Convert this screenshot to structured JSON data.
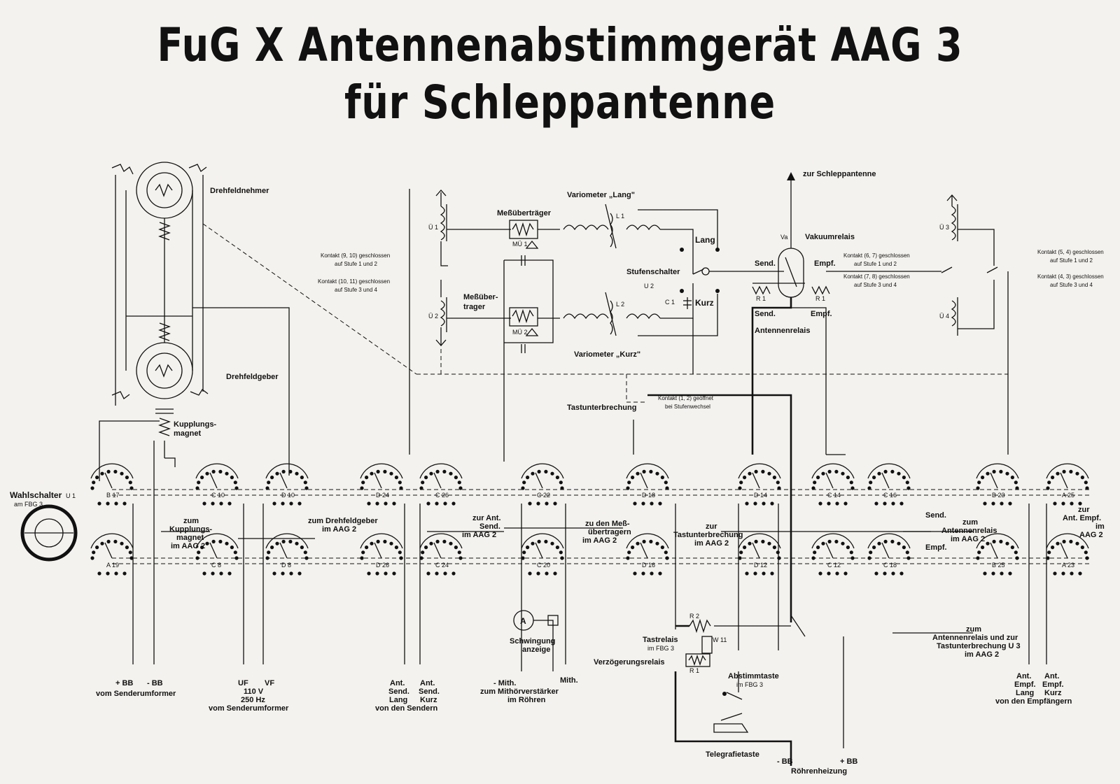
{
  "title": {
    "line1": "FuG X  Antennenabstimmgerät  AAG 3",
    "line2": "für  Schleppantenne"
  },
  "labels": {
    "drehfeldnehmer": "Drehfeldnehmer",
    "drehfeldgeber": "Drehfeldgeber",
    "kupplungsmagnet_1": "Kupplungs-",
    "kupplungsmagnet_2": "magnet",
    "wahlschalter": "Wahlschalter",
    "wahlschalter_u1": "U 1",
    "am_fbg3": "am FBG 3",
    "variometer_lang": "Variometer „Lang\"",
    "variometer_kurz": "Variometer „Kurz\"",
    "messuebertrager_1": "Meßüberträger",
    "messuebertrager_2a": "Meßüber-",
    "messuebertrager_2b": "trager",
    "mue1": "MÜ 1",
    "mue2": "MÜ 2",
    "l1": "L 1",
    "l2": "L 2",
    "u1": "Ü 1",
    "u2": "Ü 2",
    "u3": "Ü 3",
    "u4": "Ü 4",
    "u2_switch": "U 2",
    "c1": "C 1",
    "lang": "Lang",
    "kurz": "Kurz",
    "stufenschalter": "Stufenschalter",
    "zur_schleppantenne": "zur Schleppantenne",
    "va": "Va",
    "vakuumrelais": "Vakuumrelais",
    "send": "Send.",
    "empf": "Empf.",
    "r1": "R 1",
    "antennenrelais": "Antennenrelais",
    "kontakt_9_10_a": "Kontakt (9, 10) geschlossen",
    "kontakt_9_10_b": "auf Stufe 1 und 2",
    "kontakt_10_11_a": "Kontakt (10, 11) geschlossen",
    "kontakt_10_11_b": "auf Stufe 3 und 4",
    "kontakt_6_7_a": "Kontakt (6, 7) geschlossen",
    "kontakt_6_7_b": "auf Stufe 1 und 2",
    "kontakt_7_8_a": "Kontakt (7, 8) geschlossen",
    "kontakt_7_8_b": "auf Stufe 3 und 4",
    "kontakt_5_4_a": "Kontakt (5, 4) geschlossen",
    "kontakt_5_4_b": "auf Stufe 1 und 2",
    "kontakt_4_3_a": "Kontakt (4, 3) geschlossen",
    "kontakt_4_3_b": "auf Stufe 3 und 4",
    "kontakt_1_2_a": "Kontakt (1, 2) geöffnet",
    "kontakt_1_2_b": "bei Stufenwechsel",
    "tastunterbrechung": "Tastunterbrechung",
    "zum_kupplungsmagnet_1": "zum",
    "zum_kupplungsmagnet_2": "Kupplungs-",
    "zum_kupplungsmagnet_3": "magnet",
    "zum_kupplungsmagnet_4": "im AAG 2",
    "zum_drehfeldgeber_1": "zum Drehfeldgeber",
    "zum_drehfeldgeber_2": "im AAG 2",
    "zur_ant_send_1": "zur Ant.",
    "zur_ant_send_2": "Send.",
    "zur_ant_send_3": "im AAG 2",
    "zu_mess_1": "zu den Meß-",
    "zu_mess_2": "übertragern",
    "zu_mess_3": "im AAG 2",
    "zur_tast_1": "zur",
    "zur_tast_2": "Tastunterbrechung",
    "zur_tast_3": "im AAG 2",
    "zum_antrel_1": "zum",
    "zum_antrel_2": "Antennenrelais",
    "zum_antrel_3": "im AAG 2",
    "zur_ant_empf_1": "zur",
    "zur_ant_empf_2": "Ant. Empf.",
    "zur_ant_empf_3": "im",
    "zur_ant_empf_4": "AAG 2",
    "schwingungsanzeige_1": "Schwingung",
    "schwingungsanzeige_2": "anzeige",
    "tastrelais": "Tastrelais",
    "tastrelais_fbg": "im FBG 3",
    "verzoegerungsrelais": "Verzögerungsrelais",
    "r2": "R 2",
    "w11": "W 11",
    "abstimmtaste": "Abstimmtaste",
    "abstimmtaste_fbg": "im FBG 3",
    "telegrafietaste": "Telegrafietaste",
    "zum_antrel_tast_1": "zum",
    "zum_antrel_tast_2": "Antennenrelais und zur",
    "zum_antrel_tast_3": "Tastunterbrechung U 3",
    "zum_antrel_tast_4": "im AAG 2",
    "a_meter": "A"
  },
  "switch_labels": [
    "B 17",
    "A 19",
    "C 10",
    "C 8",
    "D 10",
    "D 8",
    "D 24",
    "D 26",
    "C 26",
    "C 24",
    "C 22",
    "C 20",
    "D 18",
    "D 16",
    "D 14",
    "D 12",
    "C 14",
    "C 12",
    "C 16",
    "C 18",
    "B 23",
    "B 25",
    "A 25",
    "A 23"
  ],
  "bottom": {
    "bb_plus": "+ BB",
    "bb_minus": "- BB",
    "senderumformer": "vom Senderumformer",
    "uf": "UF",
    "vf": "VF",
    "v110": "110 V",
    "hz250": "250 Hz",
    "senderumformer2": "vom Senderumformer",
    "ant_send": "Ant.",
    "send": "Send.",
    "lang": "Lang",
    "kurz": "Kurz",
    "von_sendern": "von den Sendern",
    "mith": "- Mith.",
    "mith2": "Mith.",
    "zum_mithoer": "zum Mithörverstärker",
    "im_roehren": "im Röhren",
    "rh_minus": "- BB",
    "rh_plus": "+ BB",
    "roehrenheizung": "Röhrenheizung",
    "ant_empf": "Ant.",
    "empf": "Empf.",
    "von_empf": "von den Empfängern"
  }
}
